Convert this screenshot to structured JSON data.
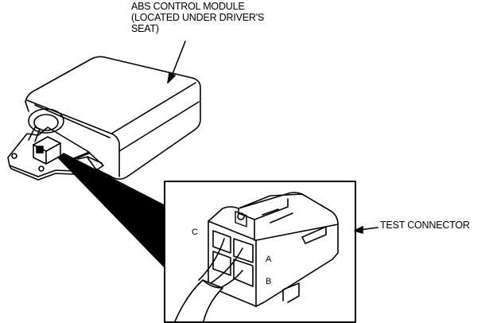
{
  "callouts": {
    "module_line1": "ABS CONTROL MODULE",
    "module_line2": "(LOCATED UNDER DRIVER'S",
    "module_line3": "SEAT)",
    "test_connector": "TEST CONNECTOR"
  },
  "terminals": {
    "c": "C",
    "a": "A",
    "b": "B"
  }
}
